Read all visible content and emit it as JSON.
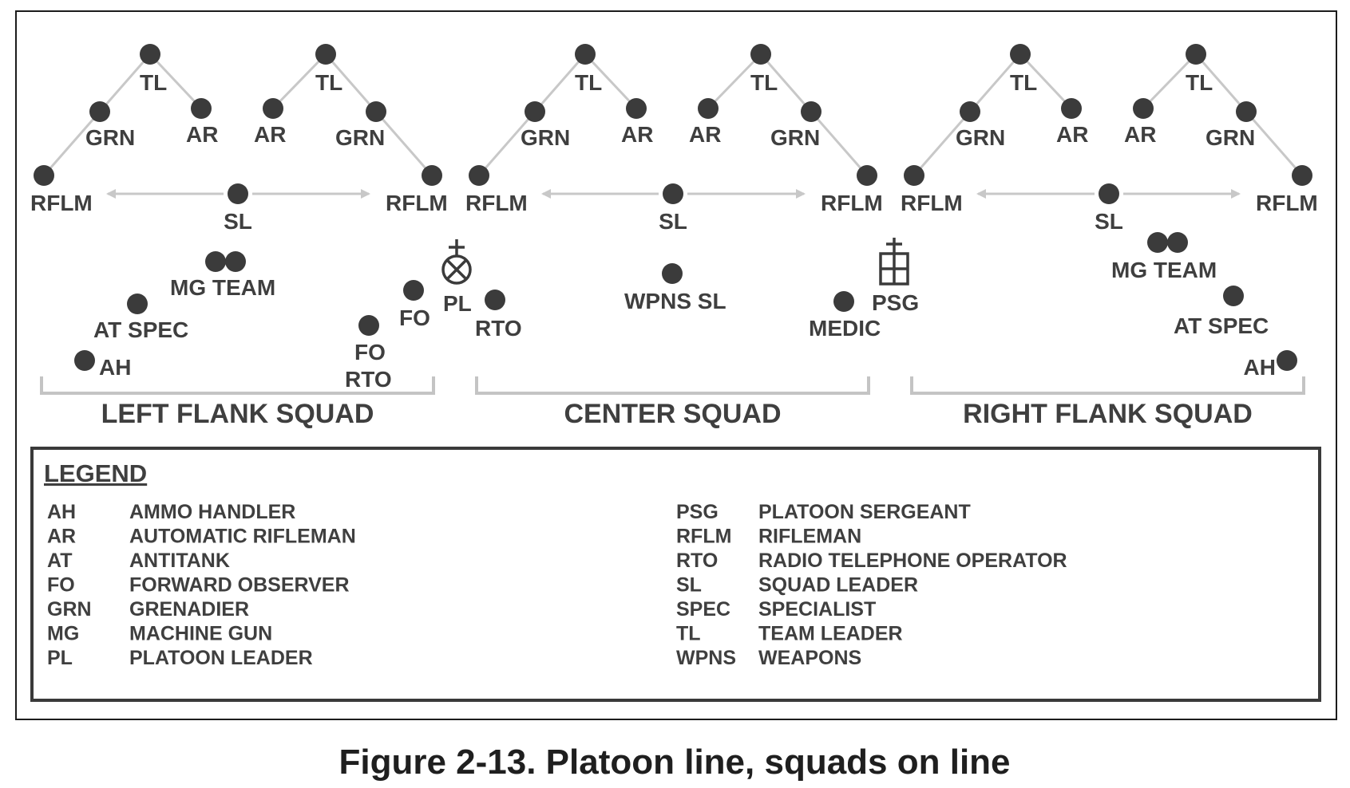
{
  "caption": "Figure 2-13. Platoon line, squads on line",
  "squads": [
    {
      "name": "LEFT FLANK SQUAD",
      "teams": [
        {
          "top": "TL",
          "grn": "GRN",
          "ar": "AR",
          "rflm": "RFLM"
        },
        {
          "top": "TL",
          "grn": "GRN",
          "ar": "AR",
          "rflm": "RFLM"
        }
      ],
      "sl": "SL",
      "extras": [
        "MG TEAM",
        "AT SPEC",
        "AH"
      ]
    },
    {
      "name": "CENTER SQUAD",
      "teams": [
        {
          "top": "TL",
          "grn": "GRN",
          "ar": "AR",
          "rflm": "RFLM"
        },
        {
          "top": "TL",
          "grn": "GRN",
          "ar": "AR",
          "rflm": "RFLM"
        }
      ],
      "sl": "SL"
    },
    {
      "name": "RIGHT FLANK SQUAD",
      "teams": [
        {
          "top": "TL",
          "grn": "GRN",
          "ar": "AR",
          "rflm": "RFLM"
        },
        {
          "top": "TL",
          "grn": "GRN",
          "ar": "AR",
          "rflm": "RFLM"
        }
      ],
      "sl": "SL",
      "extras": [
        "MG TEAM",
        "AT SPEC",
        "AH"
      ]
    }
  ],
  "hq": {
    "pl": "PL",
    "fo": "FO",
    "fo_rto_1": "FO",
    "fo_rto_2": "RTO",
    "rto": "RTO",
    "wpns_sl": "WPNS SL",
    "medic": "MEDIC",
    "psg": "PSG"
  },
  "legend": {
    "title": "LEGEND",
    "left": [
      {
        "abbr": "AH",
        "meaning": "AMMO HANDLER"
      },
      {
        "abbr": "AR",
        "meaning": "AUTOMATIC RIFLEMAN"
      },
      {
        "abbr": "AT",
        "meaning": "ANTITANK"
      },
      {
        "abbr": "FO",
        "meaning": "FORWARD OBSERVER"
      },
      {
        "abbr": "GRN",
        "meaning": "GRENADIER"
      },
      {
        "abbr": "MG",
        "meaning": "MACHINE GUN"
      },
      {
        "abbr": "PL",
        "meaning": "PLATOON LEADER"
      }
    ],
    "right": [
      {
        "abbr": "PSG",
        "meaning": "PLATOON SERGEANT"
      },
      {
        "abbr": "RFLM",
        "meaning": "RIFLEMAN"
      },
      {
        "abbr": "RTO",
        "meaning": "RADIO TELEPHONE OPERATOR"
      },
      {
        "abbr": "SL",
        "meaning": "SQUAD LEADER"
      },
      {
        "abbr": "SPEC",
        "meaning": "SPECIALIST"
      },
      {
        "abbr": "TL",
        "meaning": "TEAM LEADER"
      },
      {
        "abbr": "WPNS",
        "meaning": "WEAPONS"
      }
    ]
  }
}
